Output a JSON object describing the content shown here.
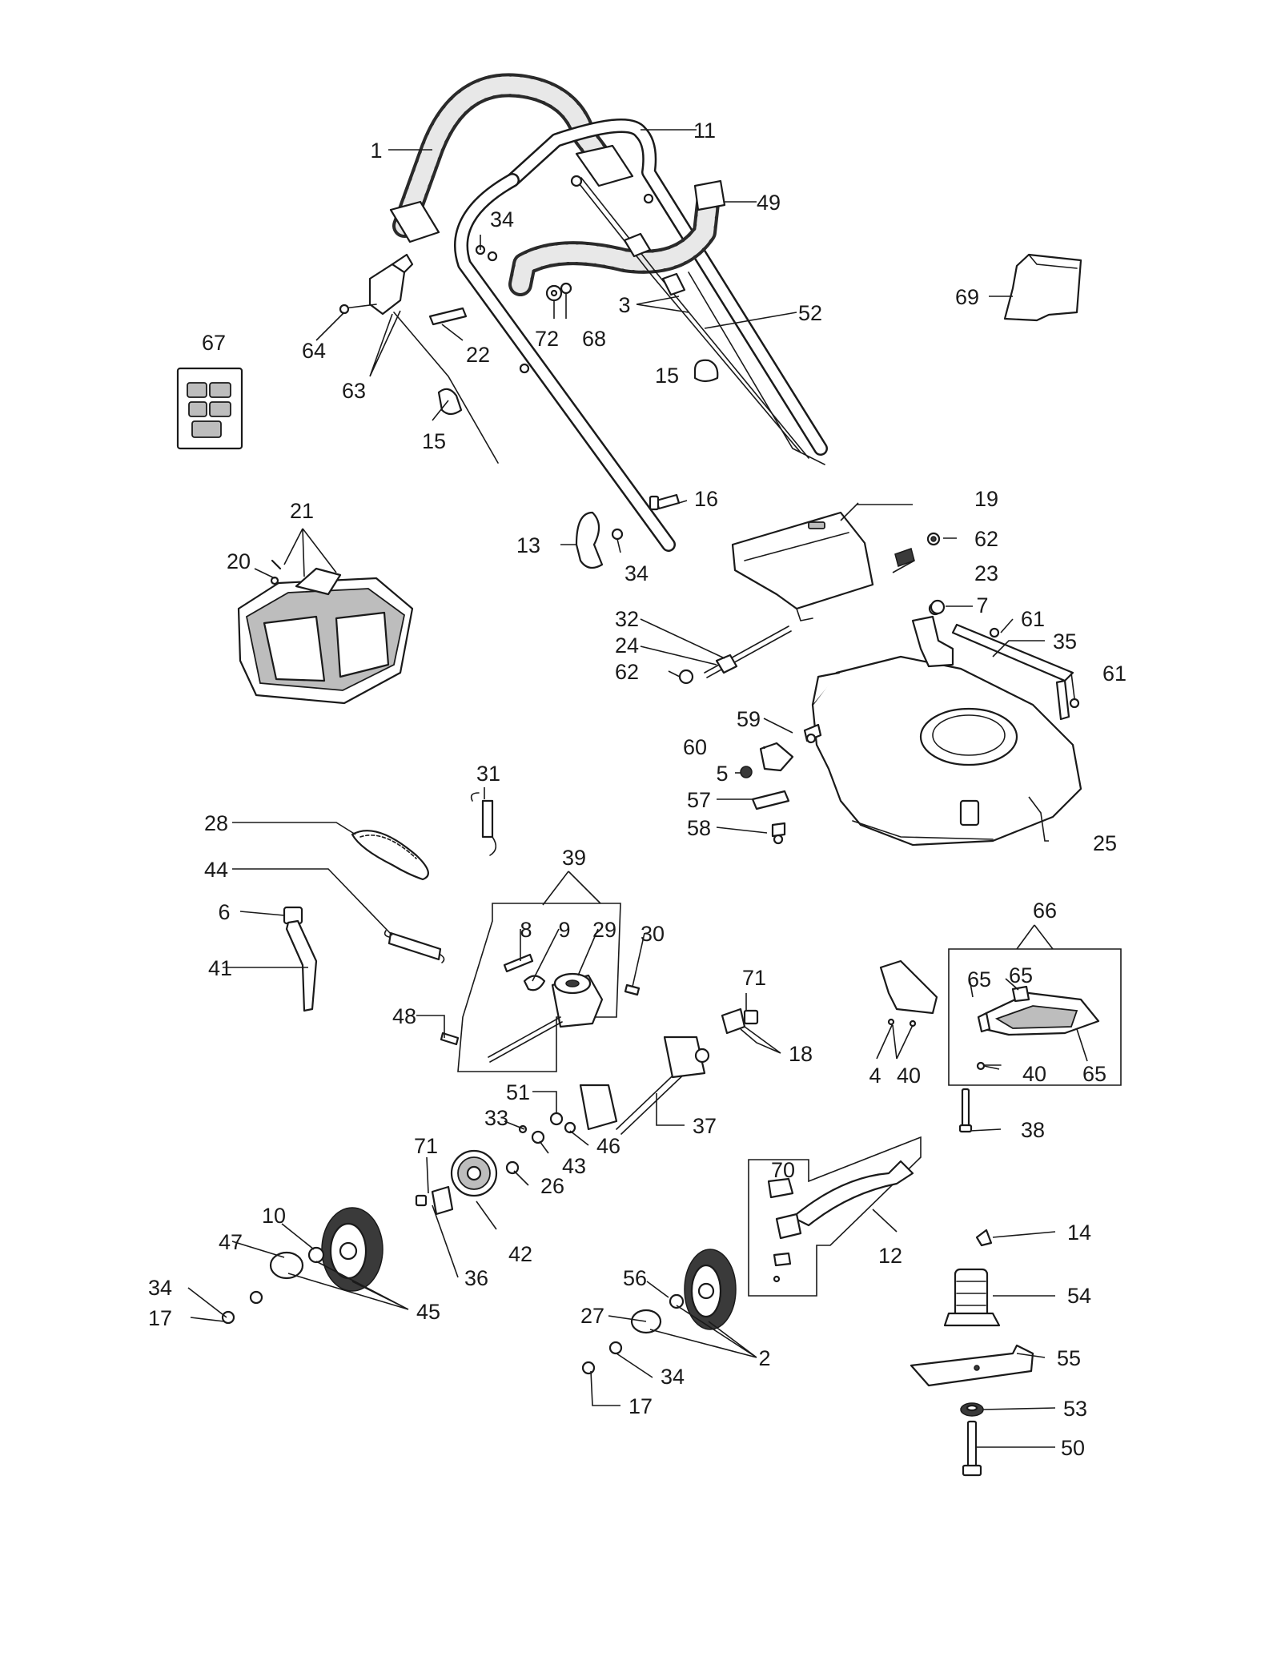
{
  "labels": {
    "p1": "1",
    "p11": "11",
    "p49": "49",
    "p34a": "34",
    "p69": "69",
    "p3": "3",
    "p52": "52",
    "p72": "72",
    "p68": "68",
    "p67": "67",
    "p64": "64",
    "p22": "22",
    "p63": "63",
    "p15a": "15",
    "p15b": "15",
    "p16": "16",
    "p19": "19",
    "p62a": "62",
    "p21": "21",
    "p20": "20",
    "p13": "13",
    "p34b": "34",
    "p23": "23",
    "p7": "7",
    "p61a": "61",
    "p32": "32",
    "p35": "35",
    "p24": "24",
    "p62b": "62",
    "p61b": "61",
    "p59": "59",
    "p60": "60",
    "p5": "5",
    "p31": "31",
    "p57": "57",
    "p28": "28",
    "p58": "58",
    "p25": "25",
    "p39": "39",
    "p44": "44",
    "p66": "66",
    "p8": "8",
    "p9": "9",
    "p29": "29",
    "p30": "30",
    "p6": "6",
    "p65a": "65",
    "p65b": "65",
    "p71a": "71",
    "p41": "41",
    "p48": "48",
    "p18": "18",
    "p4": "4",
    "p40a": "40",
    "p40b": "40",
    "p65c": "65",
    "p51": "51",
    "p37": "37",
    "p38": "38",
    "p33": "33",
    "p46": "46",
    "p43": "43",
    "p70": "70",
    "p71b": "71",
    "p26": "26",
    "p10": "10",
    "p42": "42",
    "p12": "12",
    "p14": "14",
    "p47": "47",
    "p36": "36",
    "p56": "56",
    "p54": "54",
    "p34c": "34",
    "p45": "45",
    "p27": "27",
    "p17a": "17",
    "p2": "2",
    "p55": "55",
    "p34d": "34",
    "p53": "53",
    "p17b": "17",
    "p50": "50"
  }
}
